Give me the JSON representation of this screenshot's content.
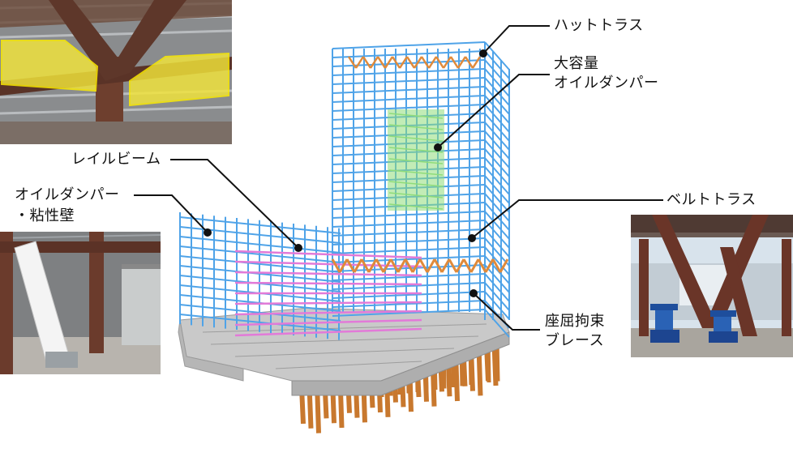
{
  "labels": {
    "hat_truss": "ハットトラス",
    "large_damper_line1": "大容量",
    "large_damper_line2": "オイルダンパー",
    "rail_beam": "レイルビーム",
    "oil_damper_line1": "オイルダンパー",
    "oil_damper_line2": "・粘性壁",
    "belt_truss": "ベルトトラス",
    "buckling_brace_line1": "座屈拘束",
    "buckling_brace_line2": "ブレース"
  },
  "colors": {
    "frame": "#4fa3e8",
    "truss": "#e08a3a",
    "rail_beam": "#e27ad8",
    "damper_core": "#8fdc7a",
    "foundation": "#cfcfcf",
    "piles": "#c8782e",
    "highlight": "#ffef3a"
  }
}
